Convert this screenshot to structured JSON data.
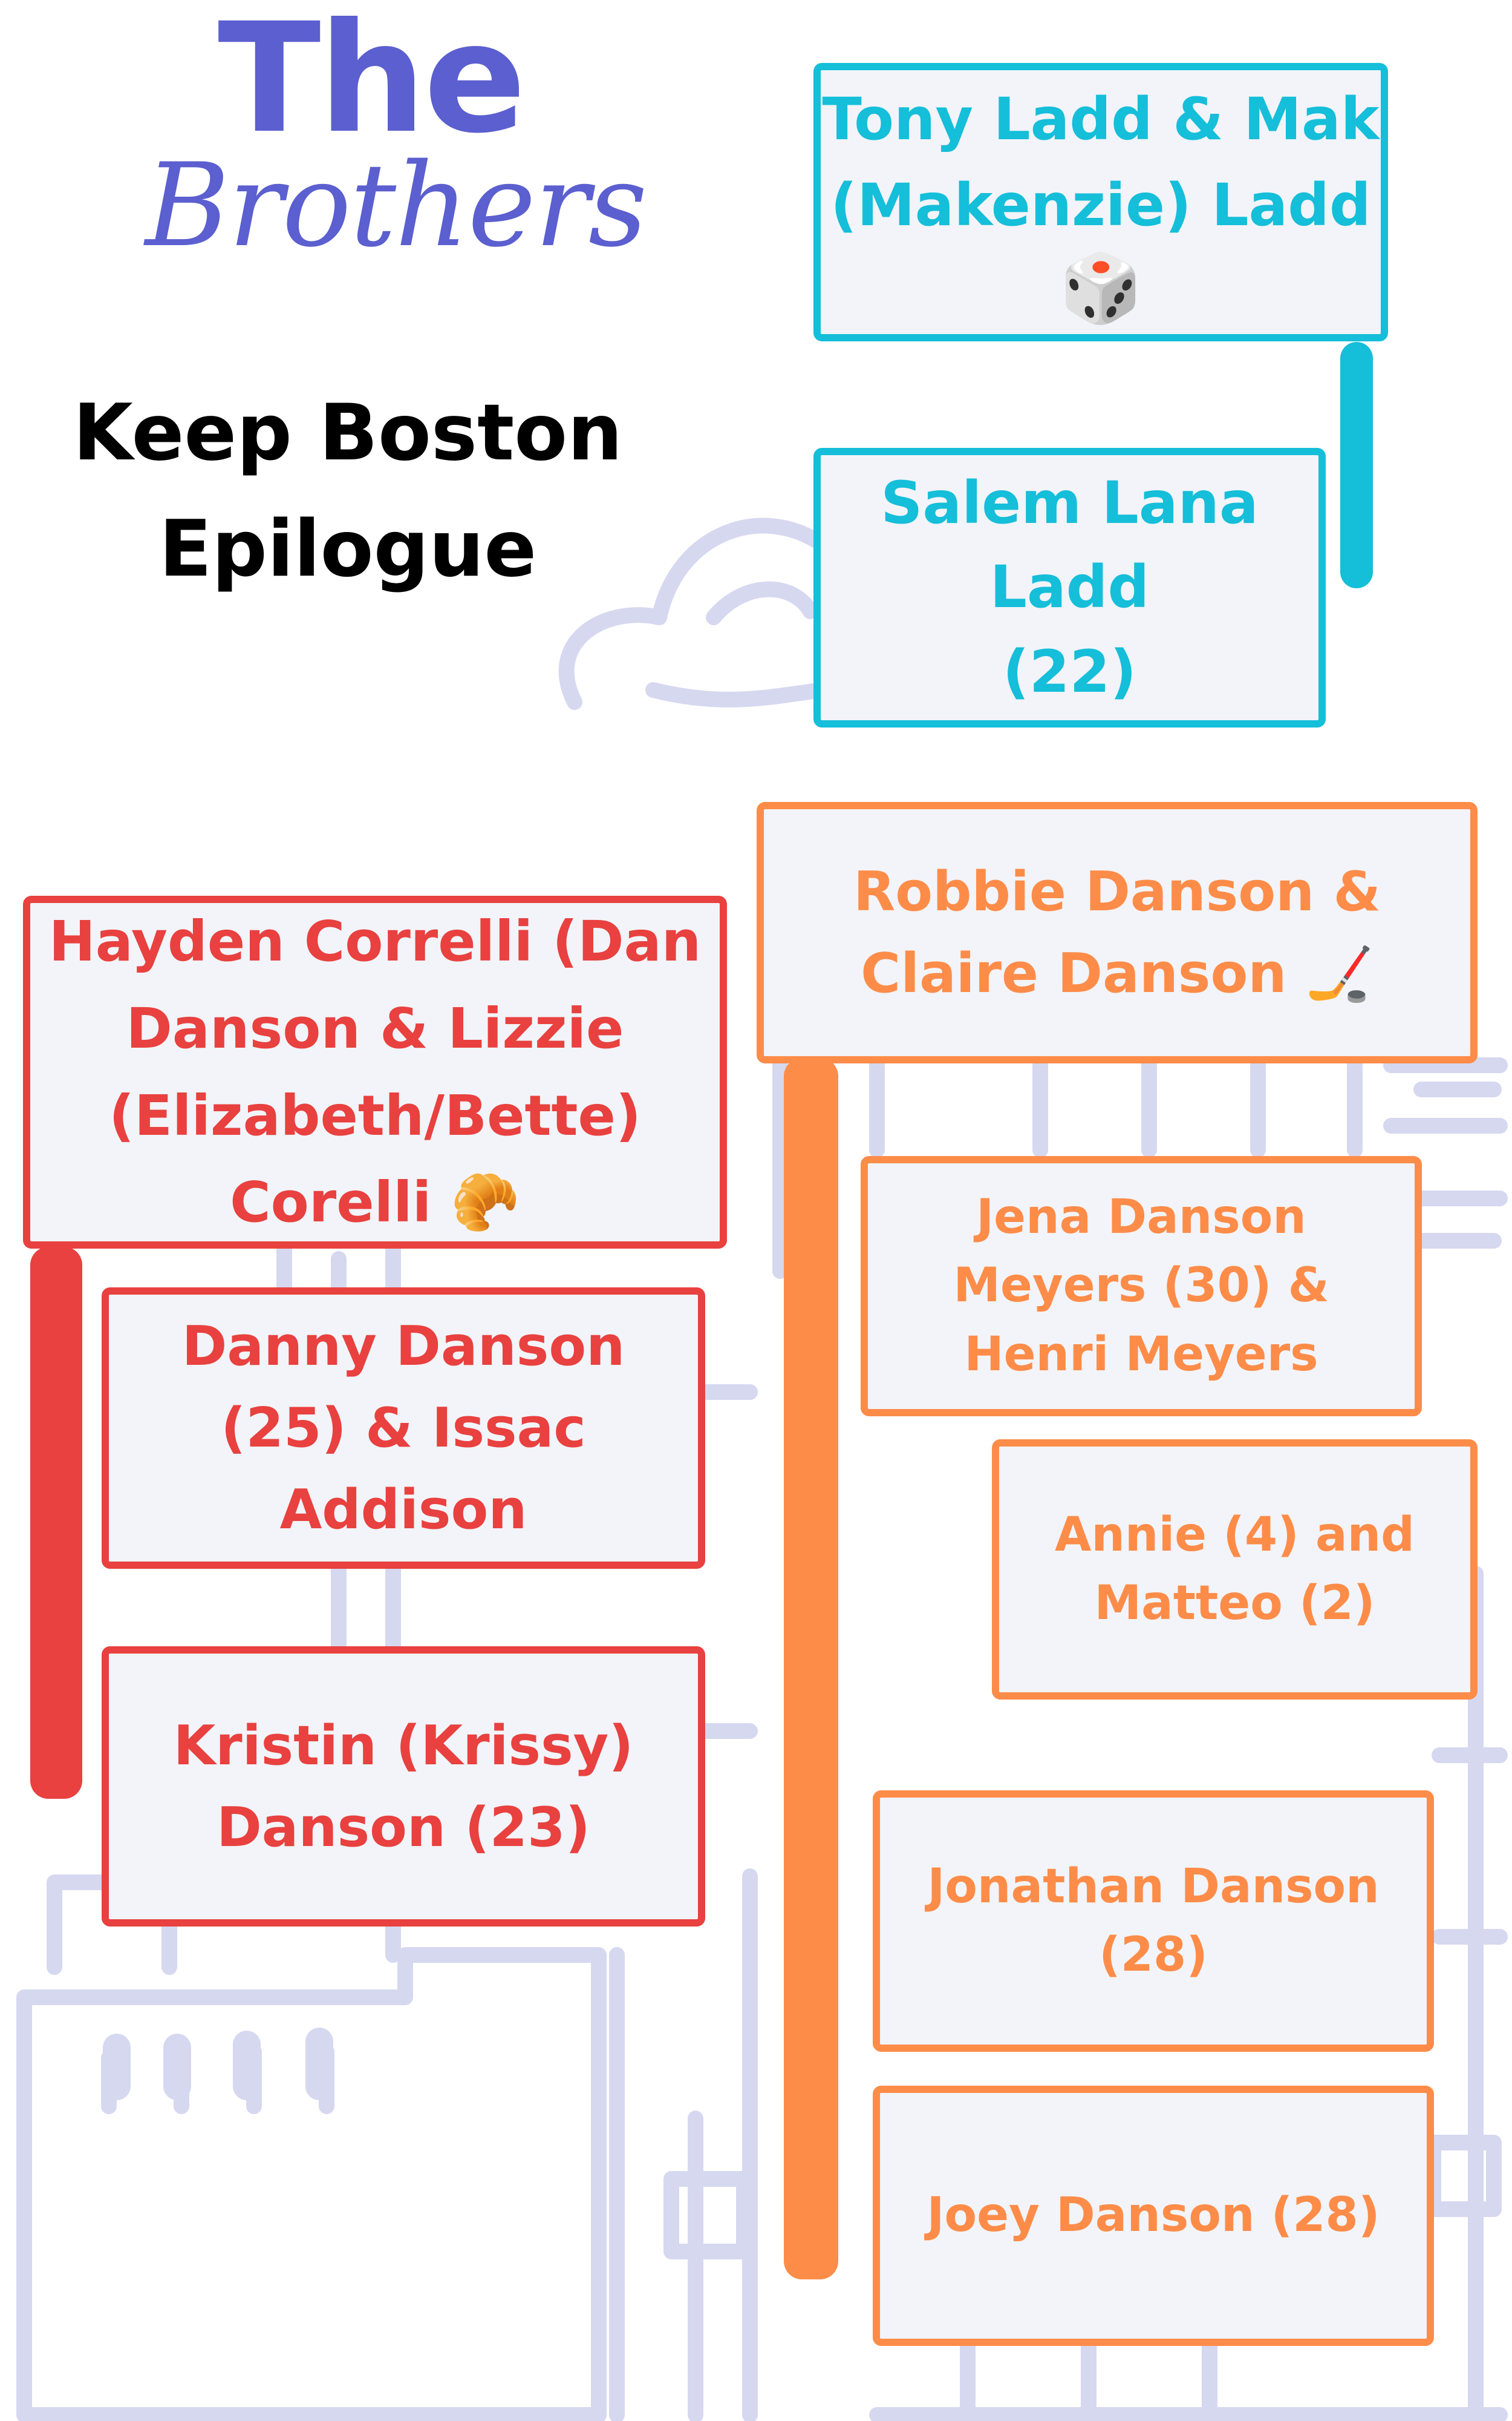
{
  "header": {
    "title_line1": "The",
    "title_line2": "Brothers",
    "subtitle": "Keep Boston\nEpilogue"
  },
  "colors": {
    "cyan": "#15bed9",
    "red": "#e8413f",
    "orange": "#fd8c49",
    "title_purple": "#5b5fcf",
    "box_fill": "#f2f4f9",
    "background_sketch": "#d6d8f0"
  },
  "ladd": {
    "parents": {
      "label": "Tony Ladd & Mak\n(Makenzie) Ladd",
      "emoji": "🎲",
      "icon": "dice-icon"
    },
    "child": {
      "label": "Salem Lana\nLadd\n(22)"
    }
  },
  "corelli": {
    "parents": {
      "label": "Hayden Correlli (Dan\nDanson & Lizzie\n(Elizabeth/Bette)\nCorelli",
      "emoji": "🥐",
      "icon": "croissant-icon"
    },
    "children": [
      {
        "label": "Danny Danson\n(25) & Issac\nAddison"
      },
      {
        "label": "Kristin (Krissy)\nDanson (23)"
      }
    ]
  },
  "danson": {
    "parents": {
      "label": "Robbie Danson &\nClaire Danson",
      "emoji": "🏒",
      "icon": "hockey-stick-icon"
    },
    "children": [
      {
        "label": "Jena Danson\nMeyers (30) &\nHenri Meyers"
      },
      {
        "label": "Annie (4) and\nMatteo (2)"
      },
      {
        "label": "Jonathan Danson\n(28)"
      },
      {
        "label": "Joey Danson (28)"
      }
    ]
  }
}
